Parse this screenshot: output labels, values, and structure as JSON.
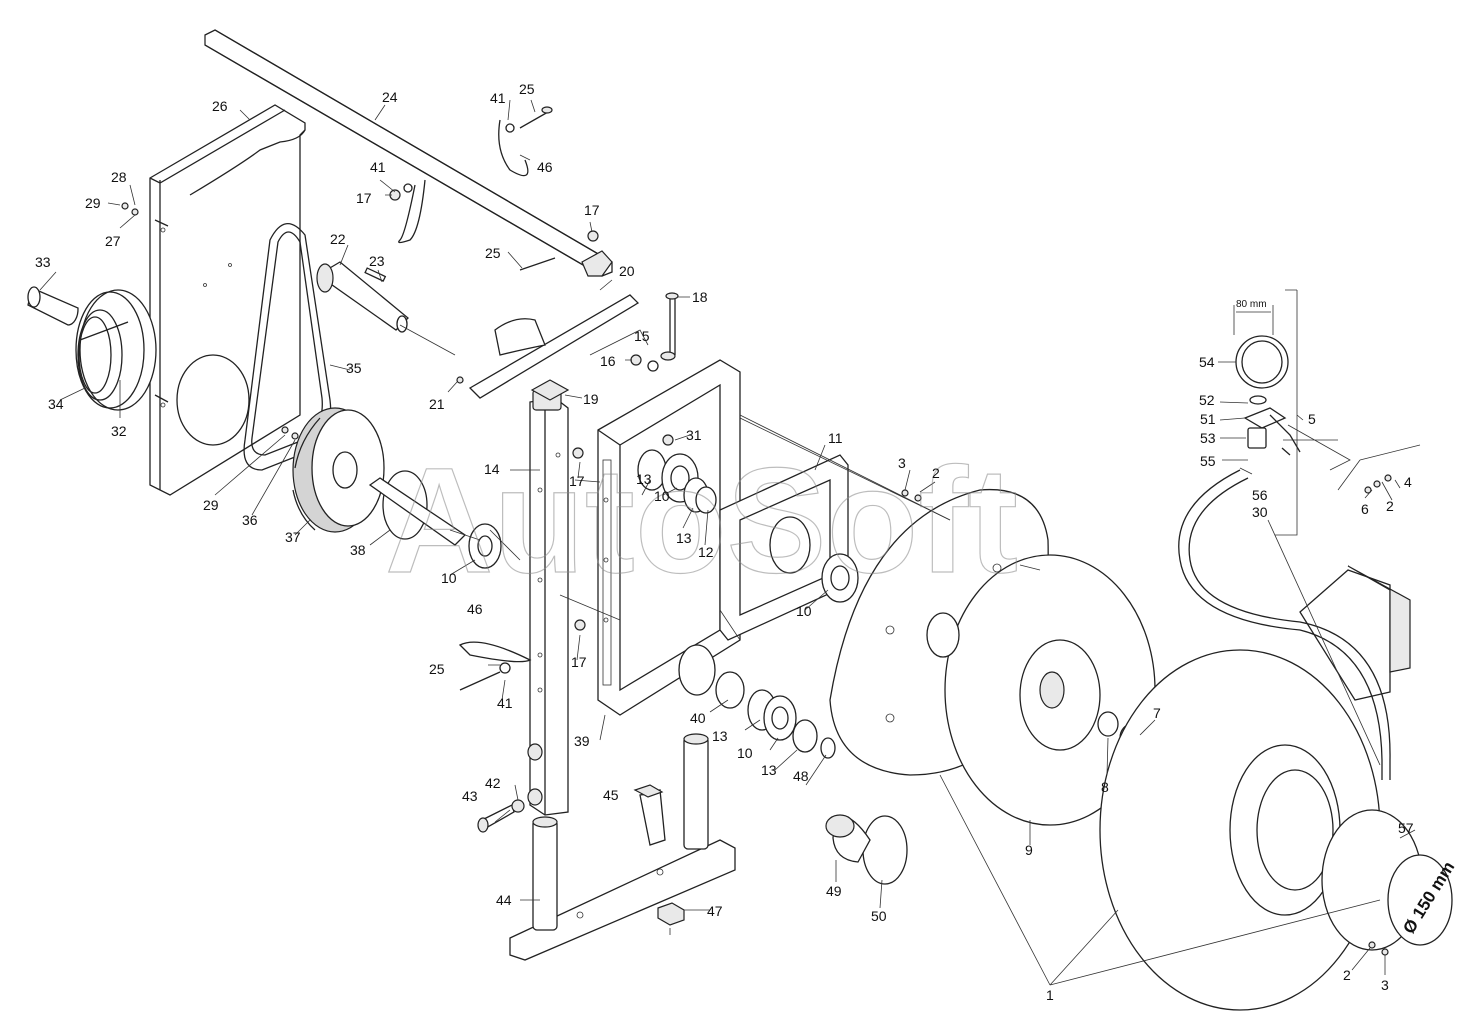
{
  "diagram": {
    "watermark": "AutoSoft",
    "gauge_dimension": "80 mm",
    "outlet_dimension": "Ø 150 mm",
    "callouts": [
      {
        "id": "c1",
        "text": "1"
      },
      {
        "id": "c2a",
        "text": "2"
      },
      {
        "id": "c2b",
        "text": "2"
      },
      {
        "id": "c2c",
        "text": "2"
      },
      {
        "id": "c3a",
        "text": "3"
      },
      {
        "id": "c3b",
        "text": "3"
      },
      {
        "id": "c4",
        "text": "4"
      },
      {
        "id": "c5",
        "text": "5"
      },
      {
        "id": "c6",
        "text": "6"
      },
      {
        "id": "c7",
        "text": "7"
      },
      {
        "id": "c8",
        "text": "8"
      },
      {
        "id": "c9",
        "text": "9"
      },
      {
        "id": "c10a",
        "text": "10"
      },
      {
        "id": "c10b",
        "text": "10"
      },
      {
        "id": "c10c",
        "text": "10"
      },
      {
        "id": "c10d",
        "text": "10"
      },
      {
        "id": "c11",
        "text": "11"
      },
      {
        "id": "c12",
        "text": "12"
      },
      {
        "id": "c13a",
        "text": "13"
      },
      {
        "id": "c13b",
        "text": "13"
      },
      {
        "id": "c13c",
        "text": "13"
      },
      {
        "id": "c13d",
        "text": "13"
      },
      {
        "id": "c14",
        "text": "14"
      },
      {
        "id": "c15",
        "text": "15"
      },
      {
        "id": "c16",
        "text": "16"
      },
      {
        "id": "c17a",
        "text": "17"
      },
      {
        "id": "c17b",
        "text": "17"
      },
      {
        "id": "c17c",
        "text": "17"
      },
      {
        "id": "c17d",
        "text": "17"
      },
      {
        "id": "c18",
        "text": "18"
      },
      {
        "id": "c19",
        "text": "19"
      },
      {
        "id": "c20",
        "text": "20"
      },
      {
        "id": "c21",
        "text": "21"
      },
      {
        "id": "c22",
        "text": "22"
      },
      {
        "id": "c23",
        "text": "23"
      },
      {
        "id": "c24",
        "text": "24"
      },
      {
        "id": "c25a",
        "text": "25"
      },
      {
        "id": "c25b",
        "text": "25"
      },
      {
        "id": "c25c",
        "text": "25"
      },
      {
        "id": "c26",
        "text": "26"
      },
      {
        "id": "c27",
        "text": "27"
      },
      {
        "id": "c28",
        "text": "28"
      },
      {
        "id": "c29a",
        "text": "29"
      },
      {
        "id": "c29b",
        "text": "29"
      },
      {
        "id": "c30",
        "text": "30"
      },
      {
        "id": "c31",
        "text": "31"
      },
      {
        "id": "c32",
        "text": "32"
      },
      {
        "id": "c33",
        "text": "33"
      },
      {
        "id": "c34",
        "text": "34"
      },
      {
        "id": "c35",
        "text": "35"
      },
      {
        "id": "c36",
        "text": "36"
      },
      {
        "id": "c37",
        "text": "37"
      },
      {
        "id": "c38",
        "text": "38"
      },
      {
        "id": "c39",
        "text": "39"
      },
      {
        "id": "c40",
        "text": "40"
      },
      {
        "id": "c41a",
        "text": "41"
      },
      {
        "id": "c41b",
        "text": "41"
      },
      {
        "id": "c41c",
        "text": "41"
      },
      {
        "id": "c42",
        "text": "42"
      },
      {
        "id": "c43",
        "text": "43"
      },
      {
        "id": "c44",
        "text": "44"
      },
      {
        "id": "c45",
        "text": "45"
      },
      {
        "id": "c46a",
        "text": "46"
      },
      {
        "id": "c46b",
        "text": "46"
      },
      {
        "id": "c47",
        "text": "47"
      },
      {
        "id": "c48",
        "text": "48"
      },
      {
        "id": "c49",
        "text": "49"
      },
      {
        "id": "c50",
        "text": "50"
      },
      {
        "id": "c51",
        "text": "51"
      },
      {
        "id": "c52",
        "text": "52"
      },
      {
        "id": "c53",
        "text": "53"
      },
      {
        "id": "c54",
        "text": "54"
      },
      {
        "id": "c55",
        "text": "55"
      },
      {
        "id": "c56",
        "text": "56"
      },
      {
        "id": "c57",
        "text": "57"
      }
    ]
  }
}
